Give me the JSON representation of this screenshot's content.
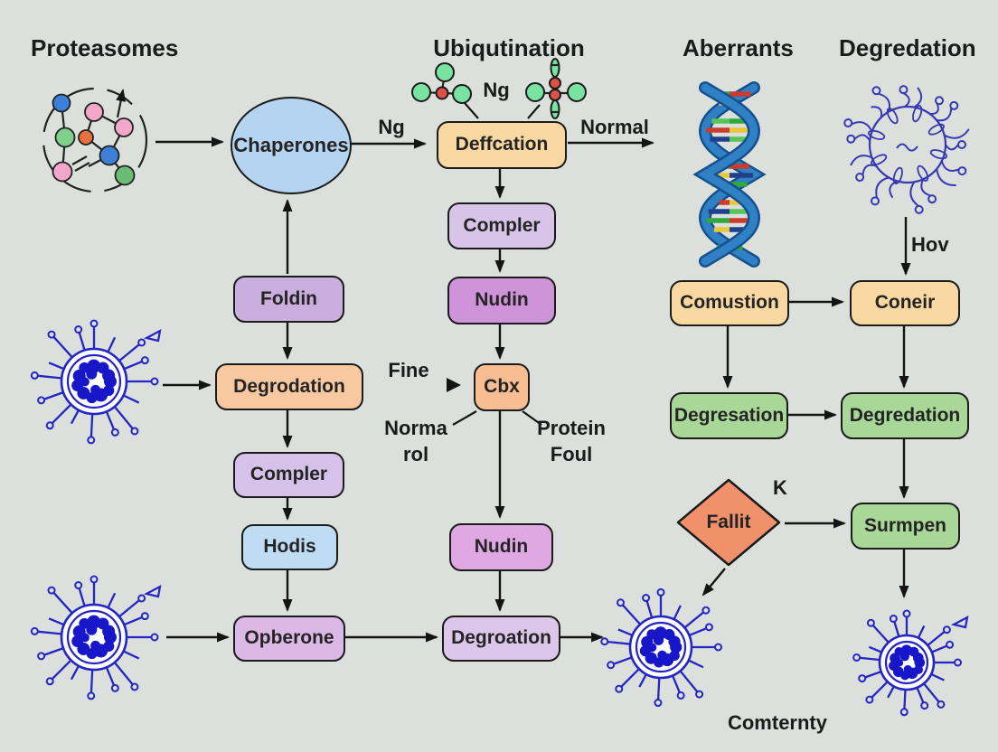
{
  "background": "#dbe0dd",
  "titles": {
    "proteasomes": "Proteasomes",
    "ubiquitination": "Ubiqutination",
    "aberrants": "Aberrants",
    "degredation": "Degredation"
  },
  "nodes": {
    "chaperones": {
      "label": "Chaperones",
      "fill": "#b4d4f1"
    },
    "deffcation": {
      "label": "Deffcation",
      "fill": "#f9d8a1"
    },
    "compler_mid": {
      "label": "Compler",
      "fill": "#d8c3e9"
    },
    "nudin_mid": {
      "label": "Nudin",
      "fill": "#cf93d9"
    },
    "cbx": {
      "label": "Cbx",
      "fill": "#f8bd90"
    },
    "nudin_low": {
      "label": "Nudin",
      "fill": "#dfa8e3"
    },
    "degroation": {
      "label": "Degroation",
      "fill": "#dcc6e9"
    },
    "foldin": {
      "label": "Foldin",
      "fill": "#c9aede"
    },
    "degrodation": {
      "label": "Degrodation",
      "fill": "#f8c8a1"
    },
    "compler_left": {
      "label": "Compler",
      "fill": "#d5c1e9"
    },
    "hodis": {
      "label": "Hodis",
      "fill": "#bedcf4"
    },
    "opberone": {
      "label": "Opberone",
      "fill": "#dcb8e6"
    },
    "comustion": {
      "label": "Comustion",
      "fill": "#f9d8a1"
    },
    "coneir": {
      "label": "Coneir",
      "fill": "#f9d8a1"
    },
    "degresation": {
      "label": "Degresation",
      "fill": "#a8d797"
    },
    "degredation2": {
      "label": "Degredation",
      "fill": "#a8d797"
    },
    "surmpen": {
      "label": "Surmpen",
      "fill": "#a8d797"
    },
    "fallit": {
      "label": "Fallit",
      "fill": "#f0916b"
    }
  },
  "annotations": {
    "ng_arrow": "Ng",
    "ng_icons": "Ng",
    "normal": "Normal",
    "fine": "Fine",
    "norma": "Norma",
    "rol": "rol",
    "protein": "Protein",
    "foul": "Foul",
    "hov": "Hov",
    "k": "K",
    "comternty": "Comternty"
  },
  "icon_colors": {
    "virus_stroke": "#2525c4",
    "virus_blob": "#1717c9",
    "virus_outline": "#3838b2",
    "dna_ribbon": "#2f80c4",
    "dna_ribbon_dark": "#15508c",
    "ubiq_green": "#79e3a2",
    "ubiq_red": "#dd5244",
    "node_blue": "#3c7fd6",
    "node_pink": "#f4a6cb",
    "node_green": "#7ed08d",
    "node_green_dark": "#68bd72",
    "node_orange": "#e8703a"
  }
}
